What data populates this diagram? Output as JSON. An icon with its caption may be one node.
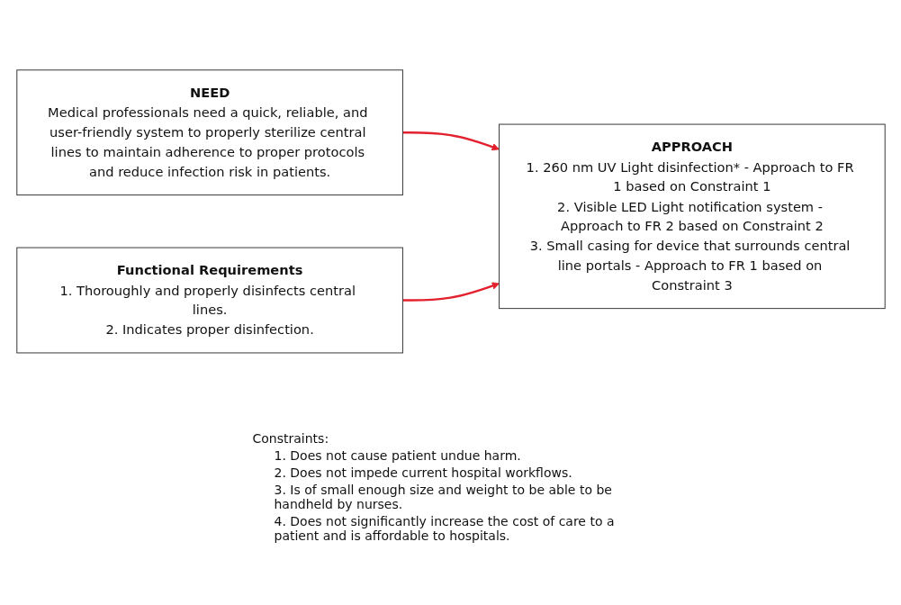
{
  "diagram": {
    "nodes": [
      {
        "text": [
          "NEED",
          "Medical professionals need a quick, reliable, and user-friendly system to properly sterilize central lines to maintain adherence to proper protocols and reduce infection risk in patients."
        ]
      },
      {
        "text": [
          "Functional Requirements",
          "1. Thoroughly and properly disinfects central lines.",
          "2. Indicates proper disinfection."
        ]
      },
      {
        "text": [
          "APPROACH",
          "1. 260 nm UV Light disinfection* - Approach to FR 1 based on Constraint 1",
          "2. Visible LED Light notification system - Approach to FR 2 based on Constraint 2",
          "3. Small casing for device that surrounds central line portals - Approach to FR 1 based on Constraint 3"
        ]
      }
    ],
    "edges": [
      {
        "from": 0,
        "to": 2,
        "arrow": "to",
        "color": "#e3202e"
      },
      {
        "from": 1,
        "to": 2,
        "arrow": "to",
        "color": "#e3202e"
      }
    ],
    "labels": [
      "Constraints:",
      "1. Does not cause patient undue harm.",
      "2. Does not impede current hospital workflows.",
      "3. Is of small enough size and weight to be able to be handheld by nurses.",
      "4. Does not significantly increase the cost of care to a patient and is affordable to hospitals."
    ]
  }
}
